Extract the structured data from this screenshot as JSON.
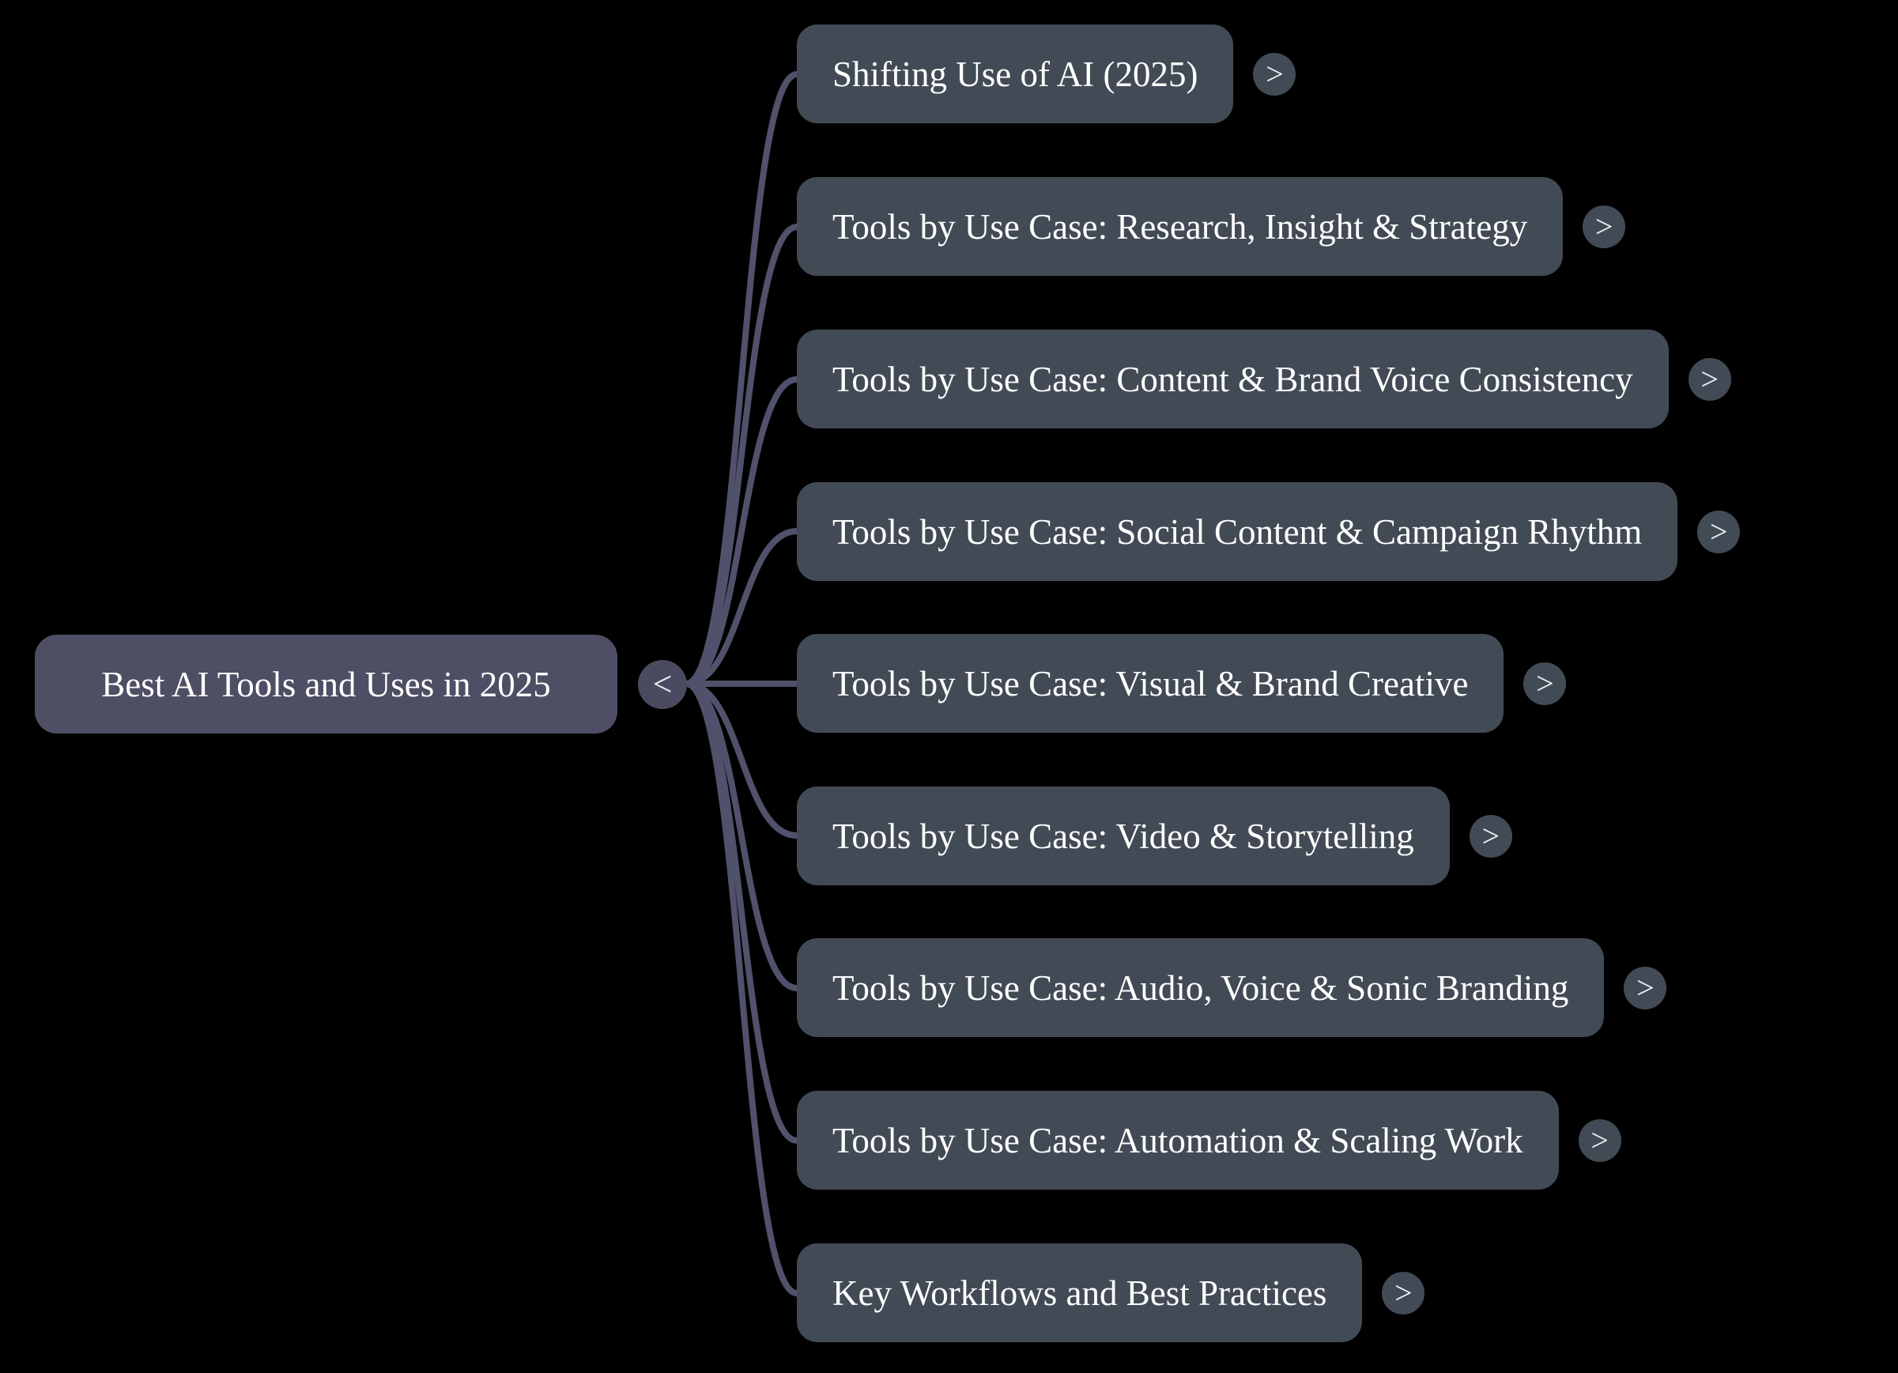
{
  "app": {
    "background_color": "#000000",
    "connector_color": "#50516b",
    "text_color": "#ffffff"
  },
  "root": {
    "label": "Best AI Tools and Uses in 2025",
    "fill": "#4e4f64",
    "collapse_glyph": "<"
  },
  "children": [
    {
      "label": "Shifting Use of AI (2025)",
      "expand_glyph": ">"
    },
    {
      "label": "Tools by Use Case: Research, Insight & Strategy",
      "expand_glyph": ">"
    },
    {
      "label": "Tools by Use Case: Content & Brand Voice Consistency",
      "expand_glyph": ">"
    },
    {
      "label": "Tools by Use Case: Social Content & Campaign Rhythm",
      "expand_glyph": ">"
    },
    {
      "label": "Tools by Use Case: Visual & Brand Creative",
      "expand_glyph": ">"
    },
    {
      "label": "Tools by Use Case: Video & Storytelling",
      "expand_glyph": ">"
    },
    {
      "label": "Tools by Use Case: Audio, Voice & Sonic Branding",
      "expand_glyph": ">"
    },
    {
      "label": "Tools by Use Case: Automation & Scaling Work",
      "expand_glyph": ">"
    },
    {
      "label": "Key Workflows and Best Practices",
      "expand_glyph": ">"
    }
  ],
  "branch_style": {
    "fill": "#424b55"
  }
}
